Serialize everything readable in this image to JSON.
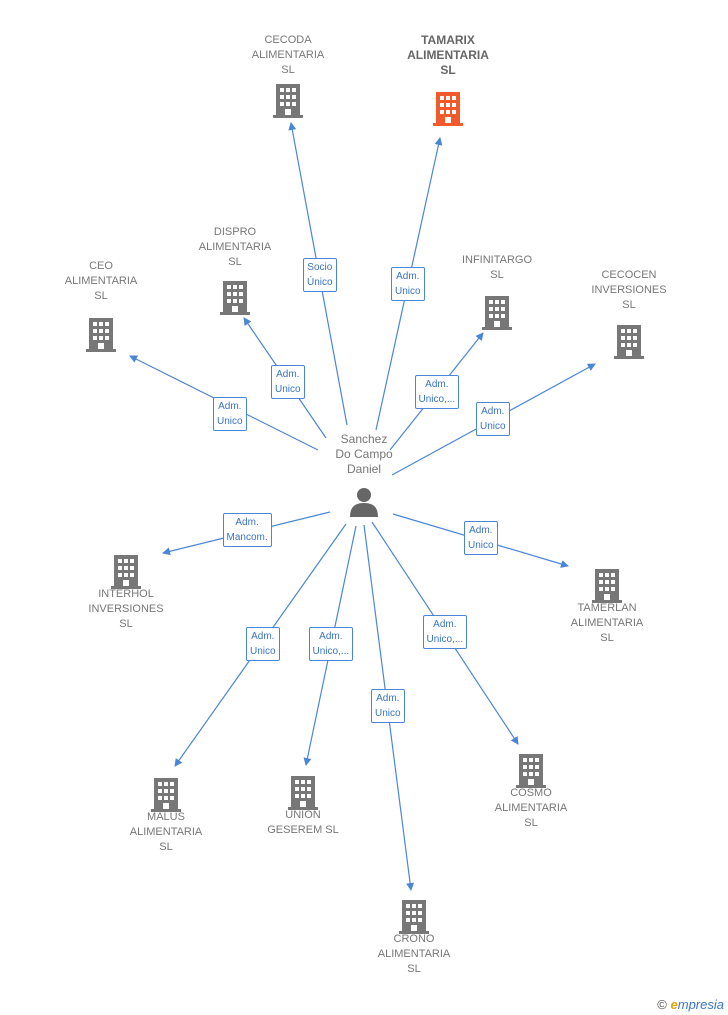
{
  "center": {
    "name": "Sanchez\nDo Campo\nDaniel",
    "icon": "person-icon"
  },
  "colors": {
    "edge": "#4a86d8",
    "building": "#777777",
    "highlight": "#f15a2b"
  },
  "nodes": [
    {
      "name": "CECODA\nALIMENTARIA\nSL",
      "relation": "Socio\nÚnico",
      "highlight": false,
      "icon": "building-icon"
    },
    {
      "name": "TAMARIX\nALIMENTARIA\nSL",
      "relation": "Adm.\nUnico",
      "highlight": true,
      "icon": "building-icon"
    },
    {
      "name": "DISPRO\nALIMENTARIA\nSL",
      "relation": "Adm.\nUnico",
      "highlight": false,
      "icon": "building-icon"
    },
    {
      "name": "CEO\nALIMENTARIA\nSL",
      "relation": "Adm.\nUnico",
      "highlight": false,
      "icon": "building-icon"
    },
    {
      "name": "INFINITARGO\nSL",
      "relation": "Adm.\nUnico,...",
      "highlight": false,
      "icon": "building-icon"
    },
    {
      "name": "CECOCEN\nINVERSIONES\nSL",
      "relation": "Adm.\nUnico",
      "highlight": false,
      "icon": "building-icon"
    },
    {
      "name": "INTERHOL\nINVERSIONES\nSL",
      "relation": "Adm.\nMancom.",
      "highlight": false,
      "icon": "building-icon"
    },
    {
      "name": "TAMERLAN\nALIMENTARIA\nSL",
      "relation": "Adm.\nUnico",
      "highlight": false,
      "icon": "building-icon"
    },
    {
      "name": "MALUS\nALIMENTARIA\nSL",
      "relation": "Adm.\nUnico",
      "highlight": false,
      "icon": "building-icon"
    },
    {
      "name": "UNION\nGESEREM  SL",
      "relation": "Adm.\nUnico,...",
      "highlight": false,
      "icon": "building-icon"
    },
    {
      "name": "COSMO\nALIMENTARIA\nSL",
      "relation": "Adm.\nUnico,...",
      "highlight": false,
      "icon": "building-icon"
    },
    {
      "name": "CRONO\nALIMENTARIA\nSL",
      "relation": "Adm.\nUnico",
      "highlight": false,
      "icon": "building-icon"
    }
  ],
  "footer": {
    "copyright": "©",
    "brand_initial": "e",
    "brand_rest": "mpresia"
  }
}
